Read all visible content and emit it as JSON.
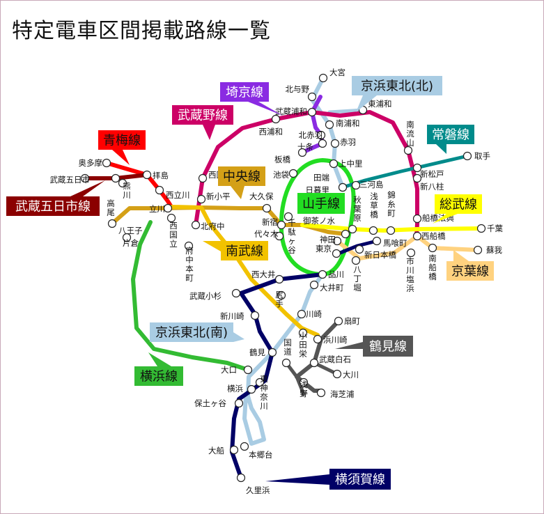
{
  "title": "特定電車区間掲載路線一覧",
  "lines": [
    {
      "id": "ome",
      "name": "青梅線",
      "color": "#ff0000",
      "text_color": "#111111"
    },
    {
      "id": "itsukaichi",
      "name": "武蔵五日市線",
      "color": "#8b0000",
      "text_color": "#ffffff"
    },
    {
      "id": "musashino",
      "name": "武蔵野線",
      "color": "#cc0066",
      "text_color": "#ffffff"
    },
    {
      "id": "saikyo",
      "name": "埼京線",
      "color": "#8a2be2",
      "text_color": "#ffffff"
    },
    {
      "id": "kt_north",
      "name": "京浜東北(北)",
      "color": "#a9cce3",
      "text_color": "#111111"
    },
    {
      "id": "joban",
      "name": "常磐線",
      "color": "#008b8b",
      "text_color": "#ffffff"
    },
    {
      "id": "chuo",
      "name": "中央線",
      "color": "#d4a017",
      "text_color": "#111111"
    },
    {
      "id": "yamanote",
      "name": "山手線",
      "color": "#22dd22",
      "text_color": "#111111"
    },
    {
      "id": "sobu",
      "name": "総武線",
      "color": "#ffff00",
      "text_color": "#111111"
    },
    {
      "id": "nambu",
      "name": "南武線",
      "color": "#f2c200",
      "text_color": "#111111"
    },
    {
      "id": "keiyo",
      "name": "京葉線",
      "color": "#ffd27f",
      "text_color": "#111111"
    },
    {
      "id": "kt_south",
      "name": "京浜東北(南)",
      "color": "#a9cce3",
      "text_color": "#111111"
    },
    {
      "id": "tsurumi",
      "name": "鶴見線",
      "color": "#555555",
      "text_color": "#ffffff"
    },
    {
      "id": "yokohama",
      "name": "横浜線",
      "color": "#33bb33",
      "text_color": "#111111"
    },
    {
      "id": "yokosuka",
      "name": "横須賀線",
      "color": "#000066",
      "text_color": "#ffffff"
    }
  ],
  "stations": {
    "omiya": "大宮",
    "kitayono": "北与野",
    "musashi_urawa": "武蔵浦和",
    "minami_urawa": "南浦和",
    "higashi_urawa": "東浦和",
    "nishi_urawa": "西浦和",
    "kita_akabane": "北赤羽",
    "jujo": "十条",
    "akabane": "赤羽",
    "minami_nagareyama": "南流山",
    "toride": "取手",
    "okutama": "奥多摩",
    "haijima": "拝島",
    "musashi_itsukaichi": "武蔵五日市",
    "takao": "高尾",
    "kumagawa": "熊川",
    "nishi_kokubunji": "西国分寺",
    "itabashi": "板橋",
    "kaminakazato": "上中里",
    "ikebukuro": "池袋",
    "tabata": "田端",
    "nippori": "日暮里",
    "mikawashima": "三河島",
    "shin_matsudo": "新松戸",
    "shin_yahashira": "新八柱",
    "nishi_tachikawa": "西立川",
    "tachikawa": "立川",
    "shin_kodaira": "新小平",
    "okubo": "大久保",
    "shinjuku": "新宿",
    "yoyogi": "代々木",
    "sendagaya": "千駄ヶ谷",
    "kita_fuchu": "北府中",
    "funabashi_hoten": "船橋法典",
    "chiba": "千葉",
    "hachioji": "八王子",
    "katakura": "片倉",
    "nishi_kunitachi": "西国立",
    "fuchu_hommachi": "府中本町",
    "ochanomizu": "御茶ノ水",
    "akihabara": "秋葉原",
    "asakusabashi": "浅草橋",
    "kinshicho": "錦糸町",
    "nishi_funabashi": "西船橋",
    "soga": "蘇我",
    "kanda": "神田",
    "tokyo": "東京",
    "bakuro": "馬喰町",
    "shin_nihombashi": "新日本橋",
    "hatchobori": "八丁堀",
    "minami_funabashi": "南船橋",
    "ichikawa_shiohama": "市川塩浜",
    "nishi_oi": "西大井",
    "shinagawa": "品川",
    "oimachi": "大井町",
    "musashi_kosugi": "武蔵小杉",
    "shiriya": "尻手",
    "shin_kawasaki": "新川崎",
    "kawasaki": "川崎",
    "ogimachi": "扇町",
    "hama_kawasaki": "浜川崎",
    "odasakae": "小田栄",
    "kokudo": "国道",
    "tsurumi": "鶴見",
    "musashi_shiraishi": "武蔵白石",
    "okawa": "大川",
    "asano": "浅野",
    "umishibaura": "海芝浦",
    "oguchi": "大口",
    "higashi_kanagawa": "東神奈川",
    "yokohama": "横浜",
    "hodogaya": "保土ヶ谷",
    "ofuna": "大船",
    "hongodai": "本郷台",
    "kurihama": "久里浜"
  }
}
